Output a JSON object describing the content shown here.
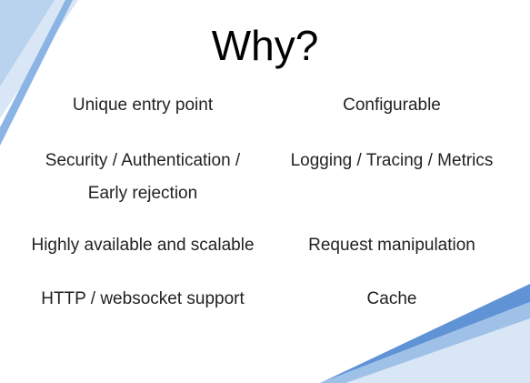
{
  "slide": {
    "title": "Why?",
    "left_items": [
      "Unique entry point",
      "Security / Authentication /",
      "Early rejection",
      "Highly available and scalable",
      "HTTP / websocket support"
    ],
    "right_items": [
      "Configurable",
      "Logging / Tracing / Metrics",
      "Request manipulation",
      "Cache"
    ]
  },
  "colors": {
    "accent_dark": "#5f93d6",
    "accent_mid": "#9fc1e8",
    "accent_light": "#d8e6f5",
    "background": "#ffffff"
  }
}
